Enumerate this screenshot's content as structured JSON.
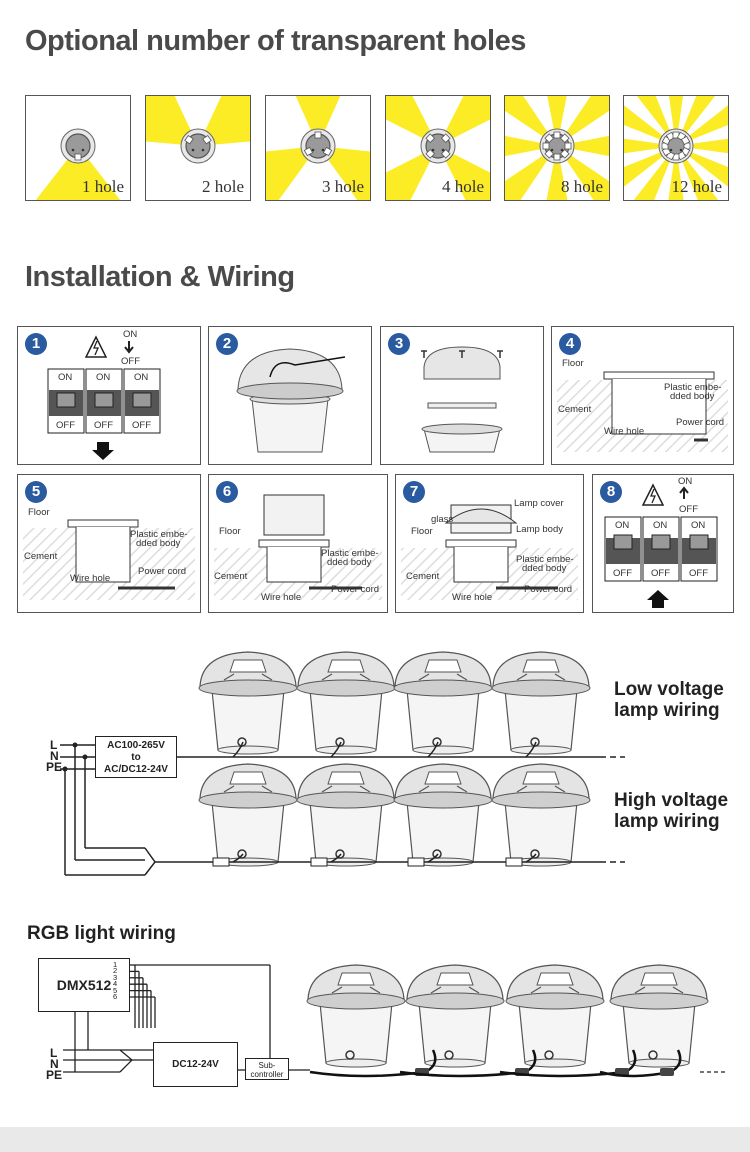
{
  "headings": {
    "holes": "Optional number of transparent holes",
    "install": "Installation & Wiring",
    "rgb": "RGB light wiring"
  },
  "holes": [
    {
      "label": "1 hole",
      "count": 1
    },
    {
      "label": "2 hole",
      "count": 2
    },
    {
      "label": "3 hole",
      "count": 3
    },
    {
      "label": "4 hole",
      "count": 4
    },
    {
      "label": "8 hole",
      "count": 8
    },
    {
      "label": "12 hole",
      "count": 12
    }
  ],
  "colors": {
    "beam": "#fcec26",
    "badge": "#2a5aa0",
    "text": "#4a4a4a"
  },
  "steps": [
    {
      "num": "1",
      "switch_on": "ON",
      "switch_off": "OFF",
      "labels": [
        "ON",
        "ON",
        "ON",
        "OFF",
        "OFF",
        "OFF"
      ],
      "icon": "warning-icon"
    },
    {
      "num": "2",
      "icon": "rotate-icon"
    },
    {
      "num": "3",
      "icon": "screw-icon"
    },
    {
      "num": "4",
      "labels": [
        "Floor",
        "Plastic embe-",
        "dded body",
        "Cement",
        "Wire hole",
        "Power cord"
      ]
    },
    {
      "num": "5",
      "labels": [
        "Floor",
        "Plastic embe-",
        "dded body",
        "Cement",
        "Wire hole",
        "Power cord"
      ]
    },
    {
      "num": "6",
      "labels": [
        "Floor",
        "Plastic embe-",
        "dded body",
        "Cement",
        "Wire hole",
        "Power cord"
      ]
    },
    {
      "num": "7",
      "labels": [
        "Lamp cover",
        "glass",
        "Lamp body",
        "Floor",
        "Plastic embe-",
        "dded body",
        "Cement",
        "Wire hole",
        "Power cord"
      ]
    },
    {
      "num": "8",
      "switch_on": "ON",
      "switch_off": "OFF",
      "labels": [
        "ON",
        "ON",
        "ON",
        "OFF",
        "OFF",
        "OFF"
      ],
      "icon": "warning-icon"
    }
  ],
  "wiring": {
    "lines": [
      "L",
      "N",
      "PE"
    ],
    "driver": [
      "AC100-265V",
      "to",
      "AC/DC12-24V"
    ],
    "low_voltage": [
      "Low voltage",
      "lamp wiring"
    ],
    "high_voltage": [
      "High voltage",
      "lamp wiring"
    ]
  },
  "rgb": {
    "controller": "DMX512",
    "ports": [
      "1",
      "2",
      "3",
      "4",
      "5",
      "6"
    ],
    "power": "DC12-24V",
    "sub": [
      "Sub-",
      "controller"
    ],
    "lines": [
      "L",
      "N",
      "PE"
    ]
  }
}
